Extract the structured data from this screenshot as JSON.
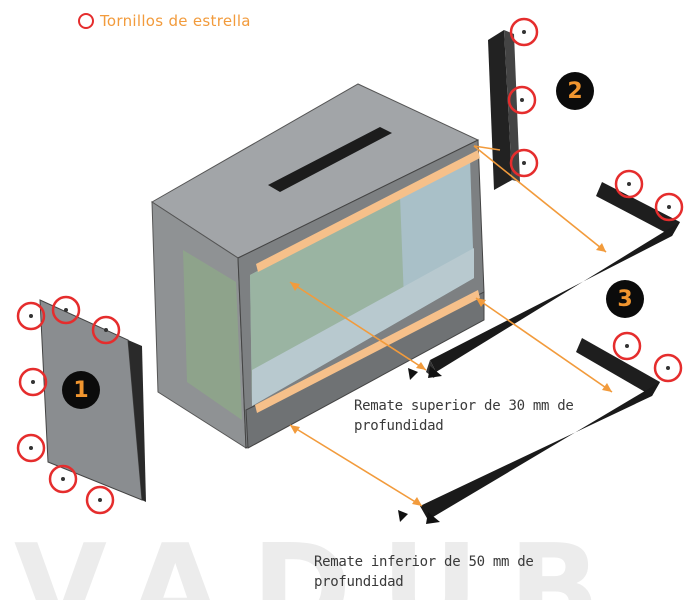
{
  "legend": {
    "label": "Tornillos de estrella"
  },
  "badges": {
    "one": "1",
    "two": "2",
    "three": "3"
  },
  "notes": {
    "top_trim": "Remate superior de 30 mm de profundidad",
    "bottom_trim": "Remate inferior de 50 mm de profundidad"
  },
  "watermark": "VADUB",
  "colors": {
    "screw_ring": "#e52d2d",
    "arrow": "#f29b3c",
    "badge_bg": "#0b0b0b",
    "badge_text": "#f0952f",
    "legend_text": "#f29b3c"
  }
}
